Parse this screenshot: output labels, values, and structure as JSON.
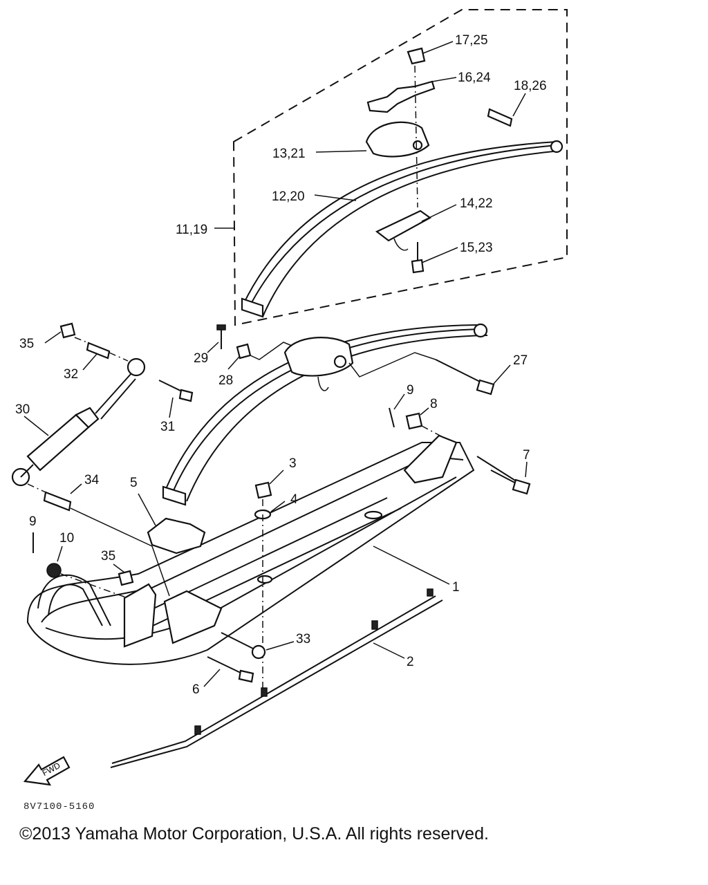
{
  "diagram": {
    "labels": [
      "17,25",
      "16,24",
      "18,26",
      "13,21",
      "12,20",
      "14,22",
      "11,19",
      "15,23",
      "35",
      "32",
      "29",
      "28",
      "27",
      "30",
      "31",
      "9",
      "8",
      "7",
      "3",
      "4",
      "34",
      "5",
      "9",
      "10",
      "35",
      "1",
      "33",
      "2",
      "6"
    ],
    "fwd_label": "FWD"
  },
  "footer": {
    "doc_code": "8V7100-5160",
    "copyright": "©2013 Yamaha Motor Corporation, U.S.A. All rights reserved."
  }
}
